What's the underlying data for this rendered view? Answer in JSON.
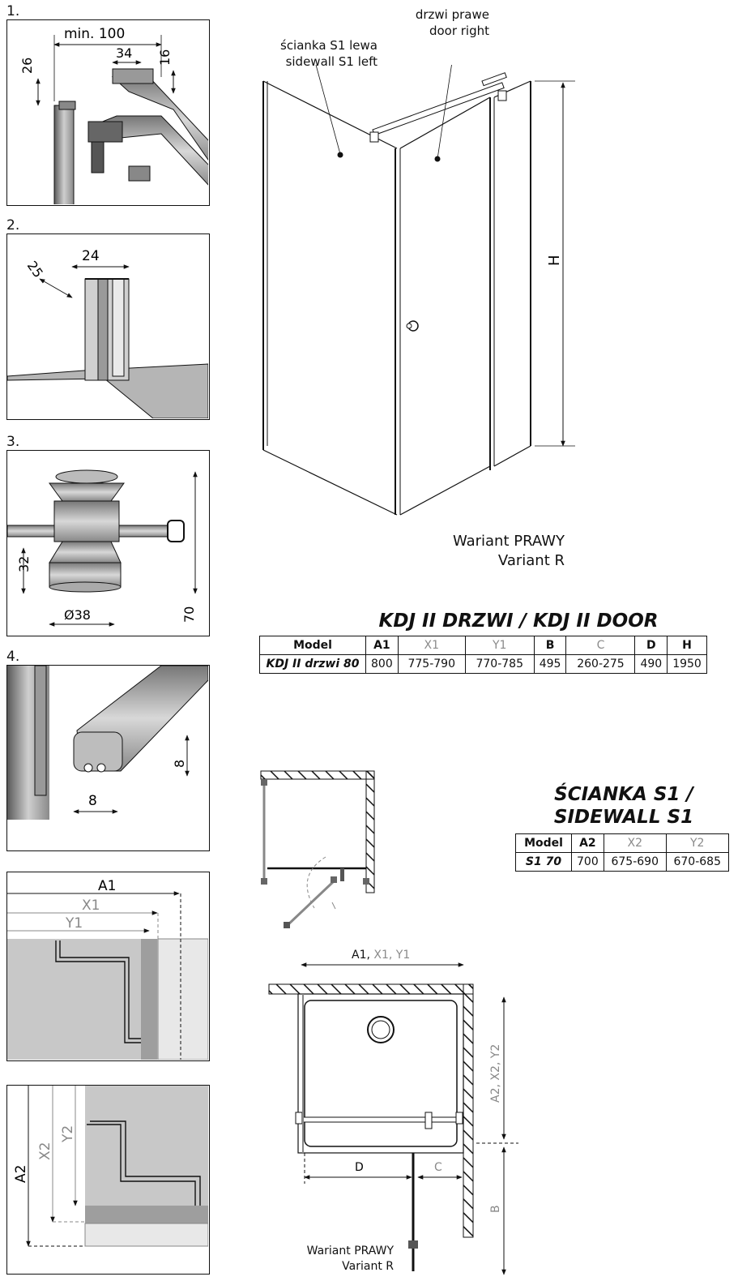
{
  "details": [
    {
      "num": "1.",
      "dims": [
        "min. 100",
        "34",
        "26",
        "16"
      ]
    },
    {
      "num": "2.",
      "dims": [
        "25",
        "24"
      ]
    },
    {
      "num": "3.",
      "dims": [
        "32",
        "Ø38",
        "70"
      ]
    },
    {
      "num": "4.",
      "dims": [
        "8",
        "8"
      ]
    }
  ],
  "plan_a": {
    "labels": [
      "A1",
      "X1",
      "Y1"
    ]
  },
  "plan_b": {
    "labels": [
      "A2",
      "X2",
      "Y2"
    ]
  },
  "main_view": {
    "sidewall_label": [
      "ścianka S1 lewa",
      "sidewall S1 left"
    ],
    "door_label": [
      "drzwi prawe",
      "door right"
    ],
    "height_label": "H",
    "variant": [
      "Wariant PRAWY",
      "Variant R"
    ]
  },
  "door_table": {
    "title": "KDJ II DRZWI / KDJ II DOOR",
    "headers": [
      "Model",
      "A1",
      "X1",
      "Y1",
      "B",
      "C",
      "D",
      "H"
    ],
    "row": [
      "KDJ II drzwi 80",
      "800",
      "775-790",
      "770-785",
      "495",
      "260-275",
      "490",
      "1950"
    ]
  },
  "sidewall_table": {
    "title": [
      "ŚCIANKA S1 /",
      "SIDEWALL S1"
    ],
    "headers": [
      "Model",
      "A2",
      "X2",
      "Y2"
    ],
    "row": [
      "S1 70",
      "700",
      "675-690",
      "670-685"
    ]
  },
  "top_plan": {
    "dim_top": "A1,",
    "dim_top_gray": "X1, Y1",
    "dim_right": "A2, X2, Y2",
    "dim_d": "D",
    "dim_c": "C",
    "dim_b": "B",
    "variant": [
      "Wariant PRAWY",
      "Variant R"
    ]
  },
  "colors": {
    "line": "#111111",
    "gray_text": "#8a8a8a",
    "fill_gray": "#c8c8c8"
  }
}
